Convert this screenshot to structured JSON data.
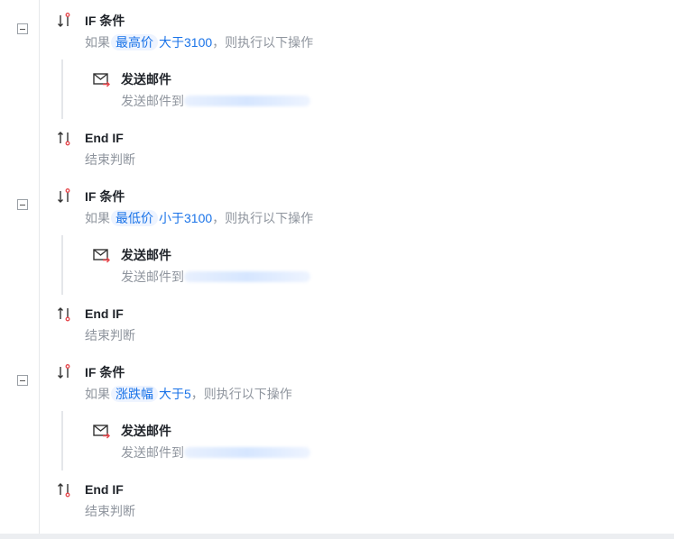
{
  "blocks": [
    {
      "if_title": "IF 条件",
      "cond_prefix": "如果",
      "field": "最高价",
      "op_value": "大于3100",
      "cond_suffix": "，则执行以下操作",
      "action_title": "发送邮件",
      "action_desc": "发送邮件到",
      "end_title": "End IF",
      "end_desc": "结束判断"
    },
    {
      "if_title": "IF 条件",
      "cond_prefix": "如果",
      "field": "最低价",
      "op_value": "小于3100",
      "cond_suffix": "，则执行以下操作",
      "action_title": "发送邮件",
      "action_desc": "发送邮件到",
      "end_title": "End IF",
      "end_desc": "结束判断"
    },
    {
      "if_title": "IF 条件",
      "cond_prefix": "如果",
      "field": "涨跌幅",
      "op_value": "大于5",
      "cond_suffix": "，则执行以下操作",
      "action_title": "发送邮件",
      "action_desc": "发送邮件到",
      "end_title": "End IF",
      "end_desc": "结束判断"
    }
  ],
  "icons": {
    "if": "branch-start-icon",
    "mail": "send-mail-icon",
    "end": "branch-end-icon"
  },
  "colors": {
    "accent": "#1a73e8",
    "tag_bg": "#eef4ff",
    "muted_text": "#8f959e",
    "icon_red": "#e5484d"
  }
}
